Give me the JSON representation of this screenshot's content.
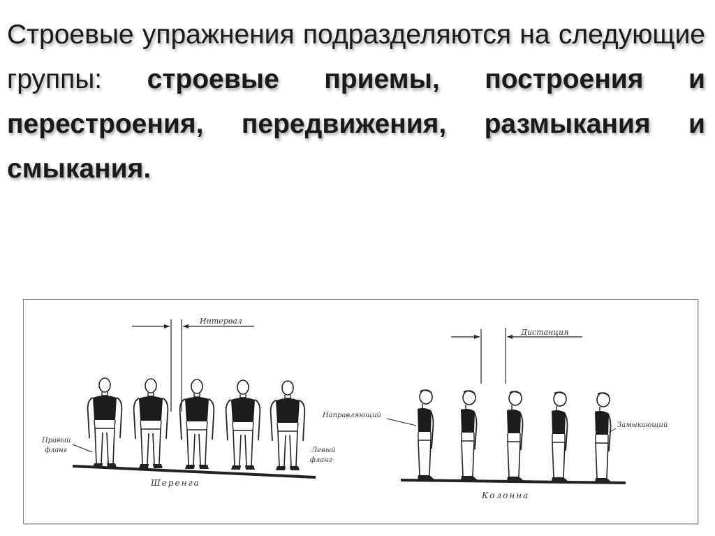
{
  "text": {
    "intro": "Строевые упражнения подразделяются на следующие группы: ",
    "groups": "строевые приемы, построения и перестроения, передвижения, размыкания и смыкания."
  },
  "figure": {
    "line_formation": {
      "interval_label": "Интервал",
      "right_flank_label_line1": "Правый",
      "right_flank_label_line2": "фланг",
      "left_flank_label_line1": "Левый",
      "left_flank_label_line2": "фланг",
      "caption": "Шеренга"
    },
    "column_formation": {
      "distance_label": "Дистанция",
      "leading_label": "Направляющий",
      "closing_label": "Замыкающий",
      "caption": "Колонна"
    }
  }
}
